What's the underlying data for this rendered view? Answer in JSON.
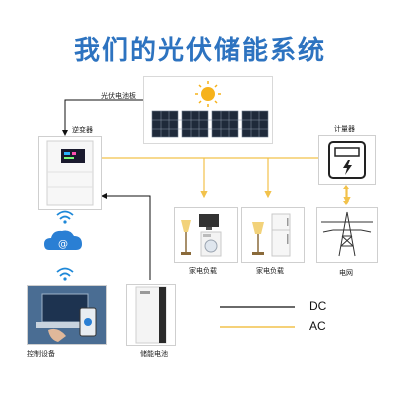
{
  "title": "我们的光伏储能系统",
  "labels": {
    "solar_panel": "光伏电池板",
    "inverter": "逆变器",
    "meter": "计量器",
    "load1": "家电负载",
    "load2": "家电负载",
    "grid": "电网",
    "control": "控制设备",
    "battery": "储能电池"
  },
  "legend": {
    "dc": "DC",
    "ac": "AC"
  },
  "colors": {
    "title": "#2d73c0",
    "dc_line": "#111111",
    "ac_line": "#f2c24b",
    "wifi": "#1e88d8"
  }
}
